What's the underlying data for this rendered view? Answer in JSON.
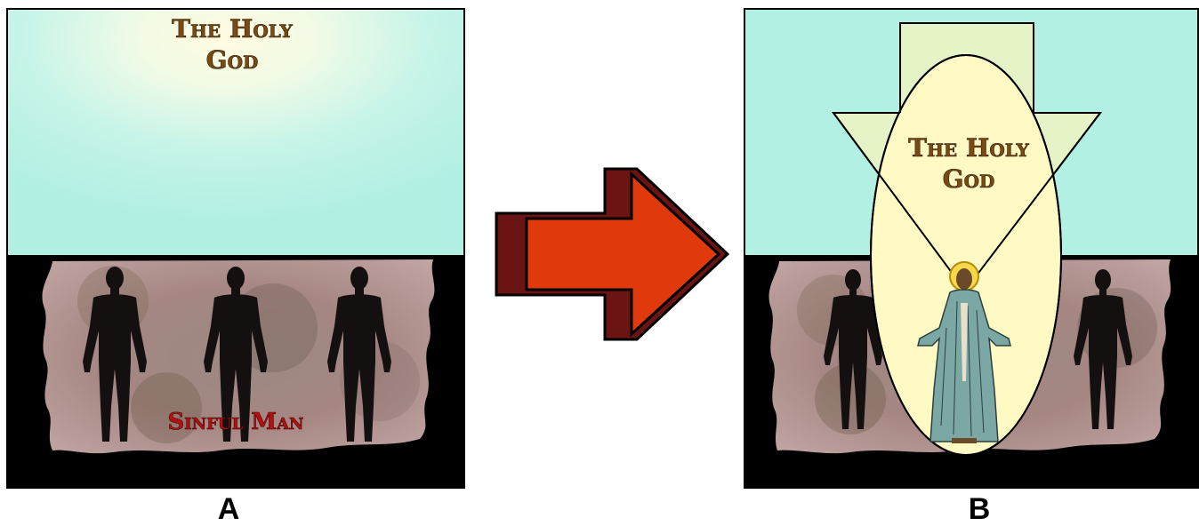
{
  "panel_a": {
    "heaven_label_line1": "The Holy",
    "heaven_label_line2": "God",
    "earth_label": "Sinful Man",
    "caption": "A"
  },
  "panel_b": {
    "heaven_label_line1": "The Holy",
    "heaven_label_line2": "God",
    "caption": "B"
  },
  "colors": {
    "sky": "#b2f0e3",
    "earth_background": "#000000",
    "ground_fill": "#a88a88",
    "heaven_text": "#7a4a14",
    "sinful_text": "#b01212",
    "arrow_fill": "#e03a0c",
    "arrow_shadow": "#6b1414",
    "glow": "#fff9c4",
    "funnel": "#e6f3c6"
  }
}
